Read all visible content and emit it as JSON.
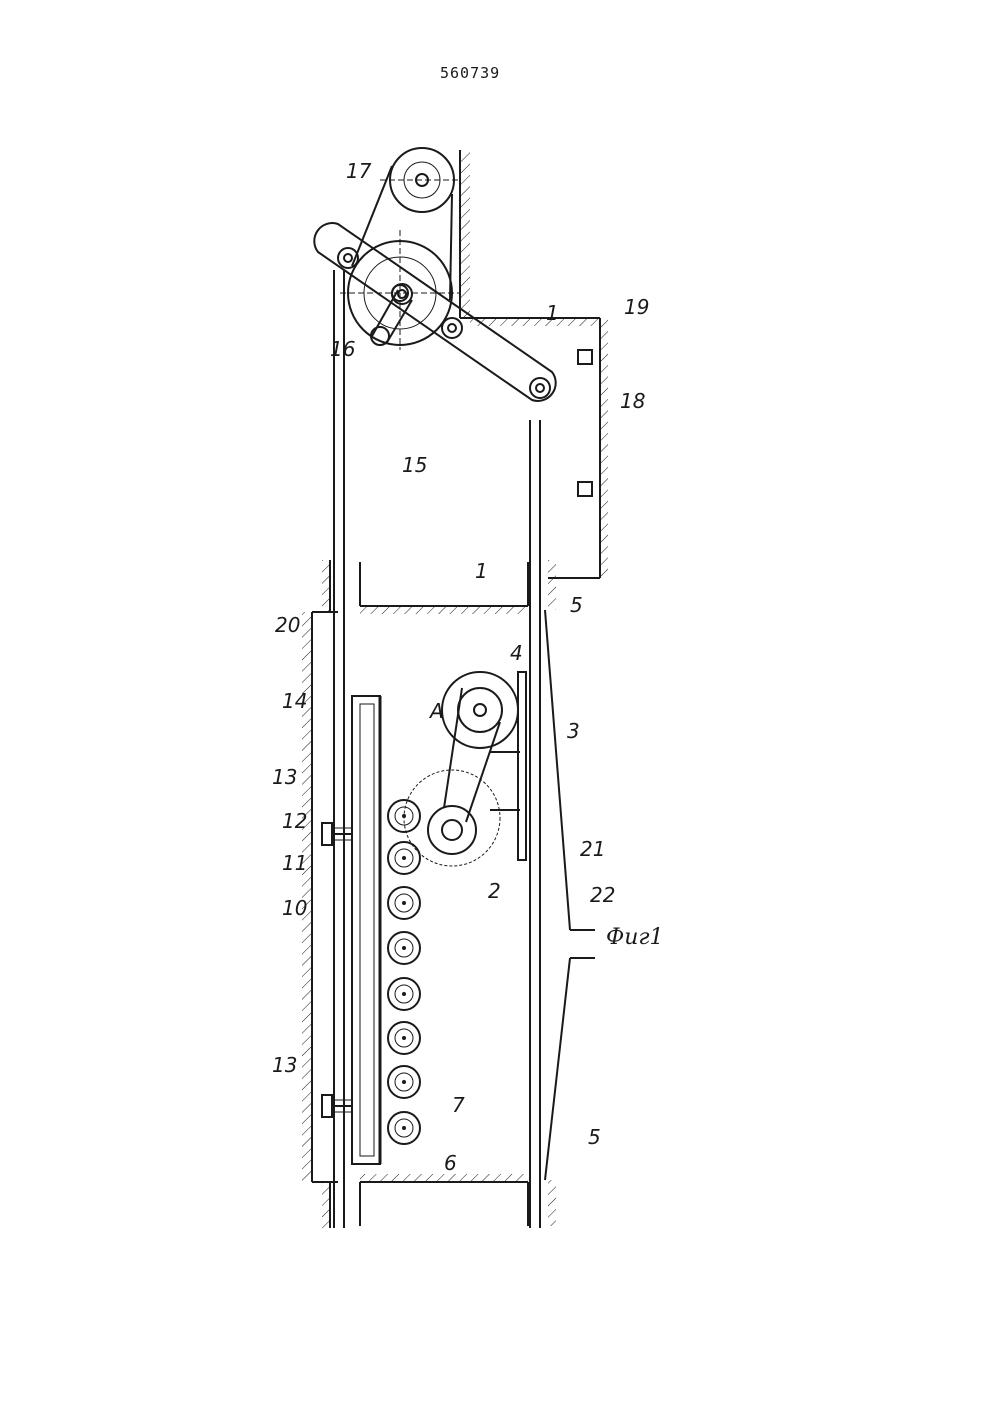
{
  "document": {
    "number": "560739"
  },
  "figure": {
    "caption": "Фиг1",
    "labels": {
      "l1a": "1",
      "l1b": "1",
      "l2": "2",
      "l3": "3",
      "l4": "4",
      "l5a": "5",
      "l5b": "5",
      "l6": "6",
      "l7": "7",
      "l10": "10",
      "l11": "11",
      "l12": "12",
      "l13a": "13",
      "l13b": "13",
      "l14": "14",
      "l15": "15",
      "l16": "16",
      "l17": "17",
      "l18": "18",
      "l19": "19",
      "l20": "20",
      "l21": "21",
      "l22": "22",
      "lA": "A"
    }
  }
}
